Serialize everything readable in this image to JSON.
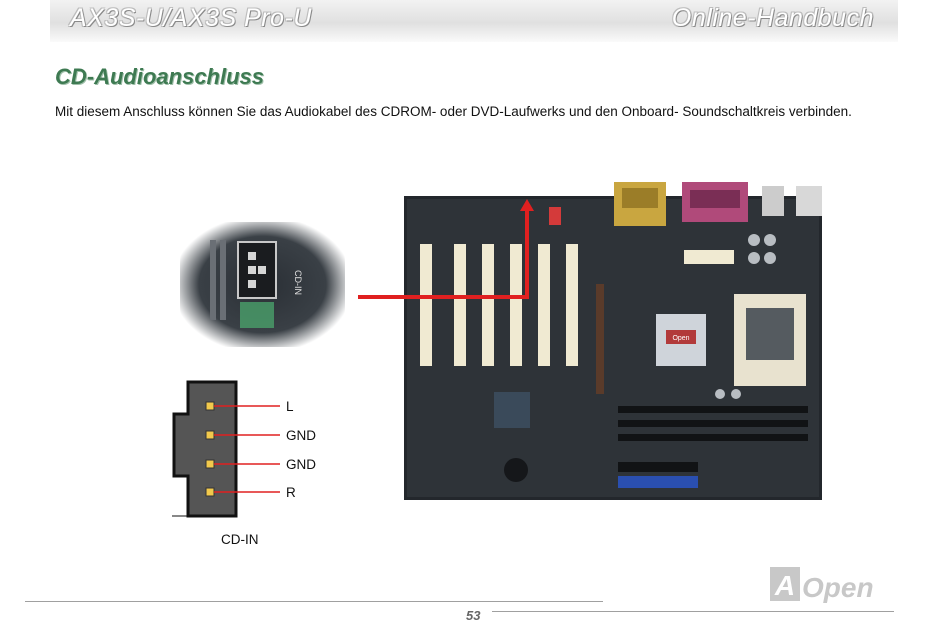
{
  "header": {
    "left_title": "AX3S-U/AX3S Pro-U",
    "right_title": "Online-Handbuch"
  },
  "section": {
    "title": "CD-Audioanschluss",
    "body": "Mit diesem Anschluss können Sie das Audiokabel des CDROM- oder DVD-Laufwerks und den Onboard- Soundschaltkreis verbinden."
  },
  "connector_diagram": {
    "pins": [
      {
        "label": "L"
      },
      {
        "label": "GND"
      },
      {
        "label": "GND"
      },
      {
        "label": "R"
      }
    ],
    "caption": "CD-IN",
    "zoom_label": "CD-IN"
  },
  "colors": {
    "title_green": "#3e7a52",
    "pointer_red": "#e02020",
    "pin_gold": "#f2c94c"
  },
  "footer": {
    "page_number": "53",
    "brand": "AOpen"
  }
}
